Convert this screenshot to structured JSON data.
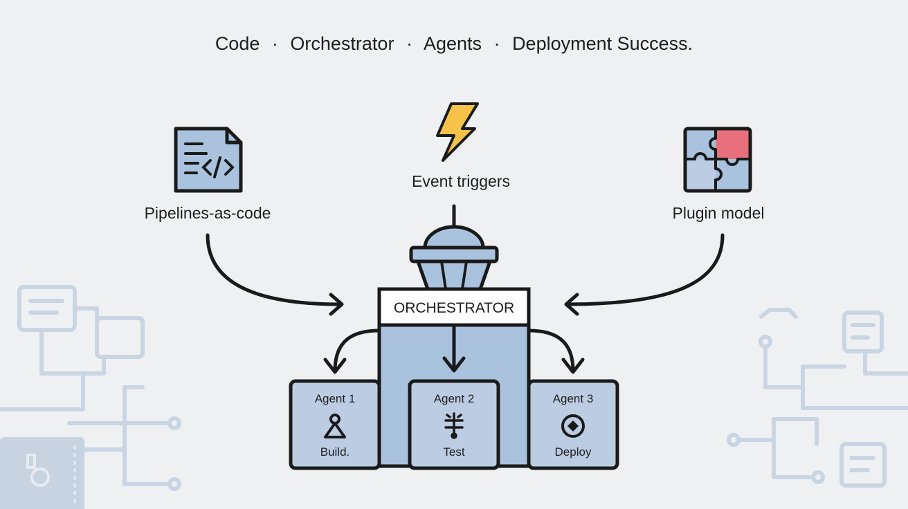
{
  "title": {
    "parts": [
      "Code",
      "Orchestrator",
      "Agents",
      "Deployment Success."
    ],
    "separator": "·"
  },
  "inputs": [
    {
      "label": "Pipelines-as-code",
      "icon": "code-file-icon"
    },
    {
      "label": "Event triggers",
      "icon": "lightning-bolt-icon"
    },
    {
      "label": "Plugin model",
      "icon": "puzzle-icon"
    }
  ],
  "orchestrator": {
    "label": "ORCHESTRATOR",
    "icon": "control-tower-icon"
  },
  "agents": [
    {
      "name": "Agent 1",
      "task": "Build.",
      "icon": "build-icon"
    },
    {
      "name": "Agent 2",
      "task": "Test",
      "icon": "test-icon"
    },
    {
      "name": "Agent 3",
      "task": "Deploy",
      "icon": "deploy-icon"
    }
  ],
  "colors": {
    "background": "#eef0f2",
    "box_fill": "#a9c3de",
    "agent_fill": "#bccde3",
    "stroke": "#1a1a1a",
    "lightning": "#f6c34a",
    "puzzle_accent": "#e8707a",
    "decor": "#c7d3e1"
  }
}
